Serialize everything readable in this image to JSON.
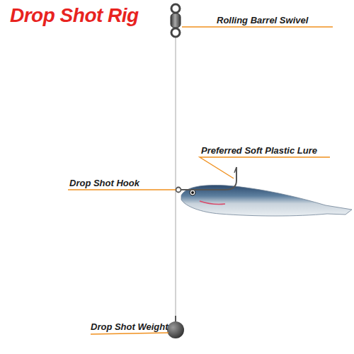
{
  "diagram": {
    "title": "Drop Shot Rig",
    "labels": [
      "Rolling Barrel Swivel",
      "Preferred Soft Plastic Lure",
      "Drop Shot Hook",
      "Drop Shot Weight"
    ]
  }
}
